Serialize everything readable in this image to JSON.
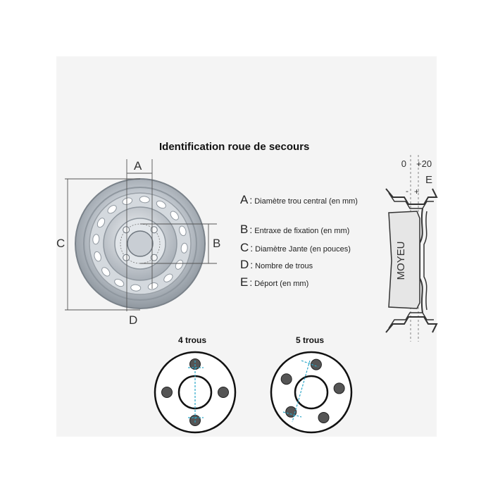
{
  "title": "Identification roue de secours",
  "dimension_letters": {
    "a": "A",
    "b": "B",
    "c": "C",
    "d": "D"
  },
  "legend": [
    {
      "letter": "A",
      "text": "Diamètre trou central (en mm)"
    },
    {
      "letter": "B",
      "text": "Entraxe de fixation (en mm)"
    },
    {
      "letter": "C",
      "text": "Diamètre Jante (en pouces)"
    },
    {
      "letter": "D",
      "text": "Nombre de trous"
    },
    {
      "letter": "E",
      "text": "Déport (en mm)"
    }
  ],
  "offset_diagram": {
    "scale_zero": "0",
    "scale_plus": "+20",
    "letter": "E",
    "minus_sign": "-",
    "plus_sign": "+",
    "hub_label": "MOYEU"
  },
  "bolt_patterns": [
    {
      "label": "4 trous",
      "holes": 4
    },
    {
      "label": "5 trous",
      "holes": 5
    }
  ],
  "colors": {
    "rim_gray": "#b7bec6",
    "dimension_line": "#555555",
    "bolt_hole": "#555555",
    "guide_dash": "#2aa6c8"
  }
}
